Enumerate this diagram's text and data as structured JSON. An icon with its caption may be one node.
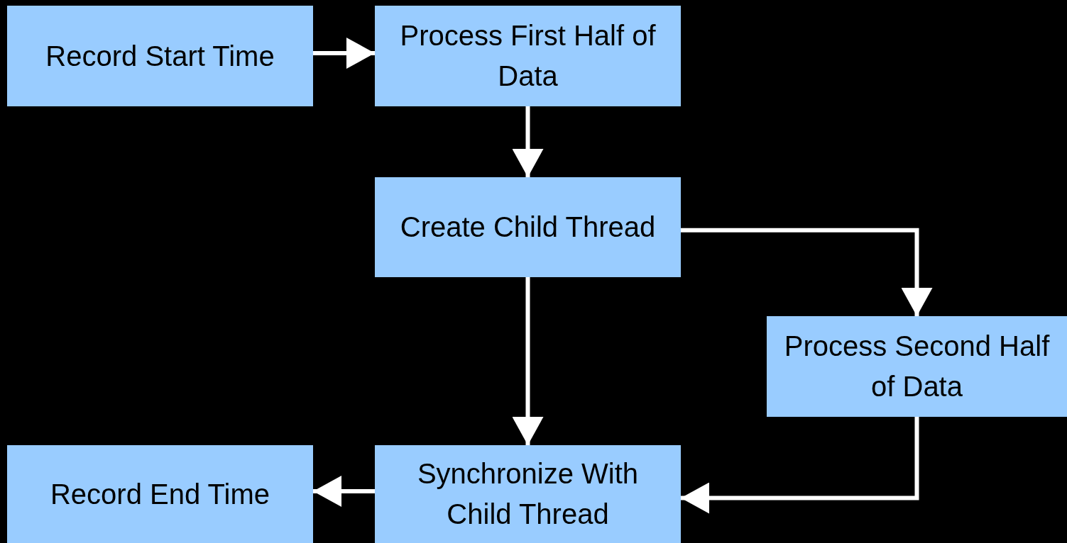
{
  "diagram": {
    "nodes": [
      {
        "text": [
          "Record Start Time"
        ]
      },
      {
        "text": [
          "Process First Half of Data"
        ]
      },
      {
        "text": [
          "Create Child Thread"
        ]
      },
      {
        "text": [
          "Process Second Half of Data"
        ]
      },
      {
        "text": [
          "Synchronize With Child Thread"
        ]
      },
      {
        "text": [
          "Record End Time"
        ]
      }
    ],
    "edges": [
      {
        "from": 0,
        "to": 1,
        "arrow": "to"
      },
      {
        "from": 1,
        "to": 2,
        "arrow": "to"
      },
      {
        "from": 2,
        "to": 3,
        "arrow": "to"
      },
      {
        "from": 2,
        "to": 4,
        "arrow": "to"
      },
      {
        "from": 3,
        "to": 4,
        "arrow": "to"
      },
      {
        "from": 4,
        "to": 5,
        "arrow": "to"
      }
    ]
  }
}
